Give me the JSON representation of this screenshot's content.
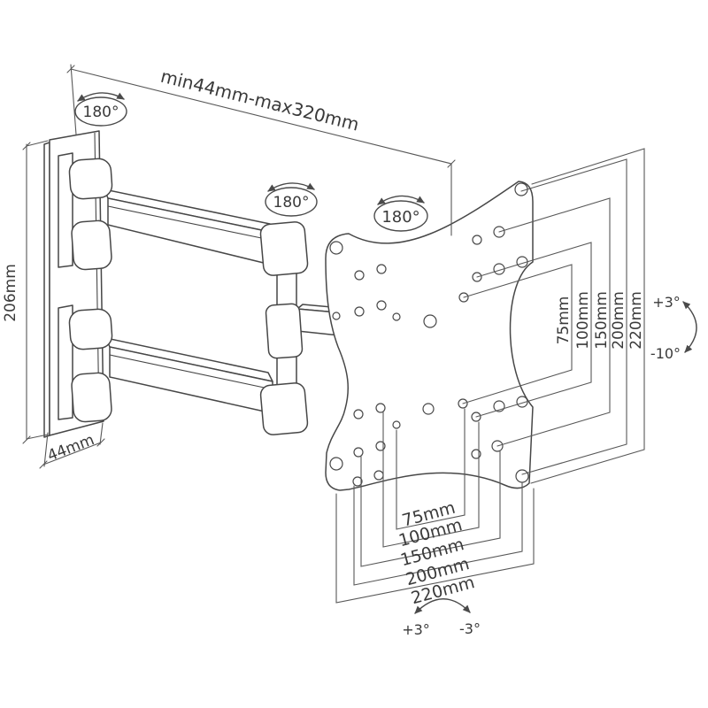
{
  "diagram": {
    "type": "technical-line-drawing",
    "subject": "full-motion articulating TV wall mount bracket",
    "colors": {
      "line": "#474747",
      "dimension": "#585858",
      "text": "#3a3a3a",
      "background": "#ffffff"
    },
    "dimensions": {
      "arm_extension": "min44mm-max320mm",
      "wall_plate_height": "206mm",
      "wall_plate_width": "44mm"
    },
    "swivel_labels": [
      "180°",
      "180°",
      "180°"
    ],
    "tilt": {
      "up": "+3°",
      "down": "-10°"
    },
    "plate_rotation": {
      "cw": "+3°",
      "ccw": "-3°"
    },
    "vesa_vertical": [
      "75mm",
      "100mm",
      "150mm",
      "200mm",
      "220mm"
    ],
    "vesa_horizontal": [
      "75mm",
      "100mm",
      "150mm",
      "200mm",
      "220mm"
    ]
  }
}
